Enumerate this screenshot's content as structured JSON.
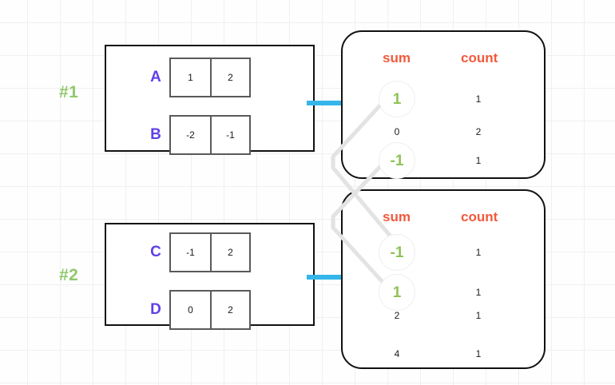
{
  "groups": [
    {
      "label": "#1",
      "rows": [
        {
          "letter": "A",
          "cells": [
            "1",
            "2"
          ]
        },
        {
          "letter": "B",
          "cells": [
            "-2",
            "-1"
          ]
        }
      ]
    },
    {
      "label": "#2",
      "rows": [
        {
          "letter": "C",
          "cells": [
            "-1",
            "2"
          ]
        },
        {
          "letter": "D",
          "cells": [
            "0",
            "2"
          ]
        }
      ]
    }
  ],
  "results": [
    {
      "headers": {
        "sum": "sum",
        "count": "count"
      },
      "rows": [
        {
          "sum": "1",
          "count": "1",
          "highlighted": true
        },
        {
          "sum": "0",
          "count": "2",
          "highlighted": false
        },
        {
          "sum": "-1",
          "count": "1",
          "highlighted": true
        }
      ]
    },
    {
      "headers": {
        "sum": "sum",
        "count": "count"
      },
      "rows": [
        {
          "sum": "-1",
          "count": "1",
          "highlighted": true
        },
        {
          "sum": "1",
          "count": "1",
          "highlighted": true
        },
        {
          "sum": "2",
          "count": "1",
          "highlighted": false
        },
        {
          "sum": "4",
          "count": "1",
          "highlighted": false
        }
      ]
    }
  ],
  "colors": {
    "group_label": "#8fc96a",
    "row_letter": "#6040e8",
    "column_header": "#f05a3c",
    "highlight_value": "#8fc257",
    "arrow": "#35b6ea",
    "border": "#111111",
    "grid": "#f0f0ee"
  },
  "arrows": {
    "arrow_1_name": "flow-arrow-group-1",
    "arrow_2_name": "flow-arrow-group-2"
  }
}
